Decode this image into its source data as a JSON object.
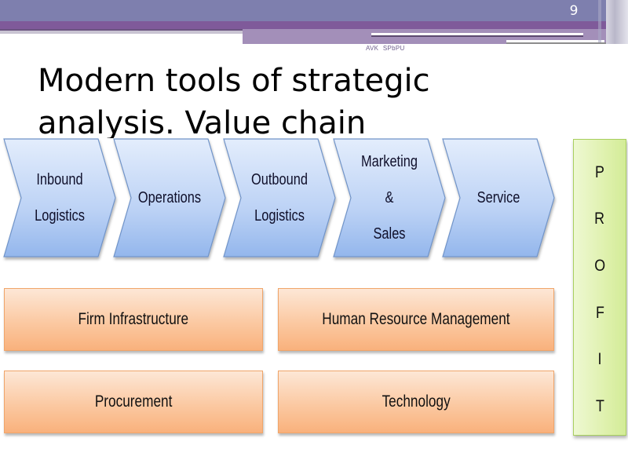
{
  "header": {
    "page_number": "9",
    "footer_tag": "AVK  SPbPU",
    "colors": {
      "band": "#7e7fae",
      "accent": "#7f5a9a",
      "light": "#a38fb9"
    }
  },
  "title": "Modern tools of strategic analysis. Value chain",
  "diagram": {
    "primary_activities": [
      {
        "line1": "Inbound",
        "line2": "Logistics"
      },
      {
        "line1": "Operations",
        "line2": ""
      },
      {
        "line1": "Outbound",
        "line2": "Logistics"
      },
      {
        "line1": "Marketing &",
        "line2": "Sales"
      },
      {
        "line1": "Service",
        "line2": ""
      }
    ],
    "support_activities": [
      "Firm Infrastructure",
      "Human Resource Management",
      "Procurement",
      "Technology"
    ],
    "margin_letters": [
      "P",
      "R",
      "O",
      "F",
      "I",
      "T"
    ],
    "colors": {
      "primary_fill_top": "#dde9fb",
      "primary_fill_bottom": "#9dbdee",
      "primary_border": "#6f93c8",
      "support_fill": "#fbc9a2",
      "support_border": "#f0a56a",
      "margin_fill": "#dff1ae",
      "margin_border": "#a8cf5f"
    }
  }
}
